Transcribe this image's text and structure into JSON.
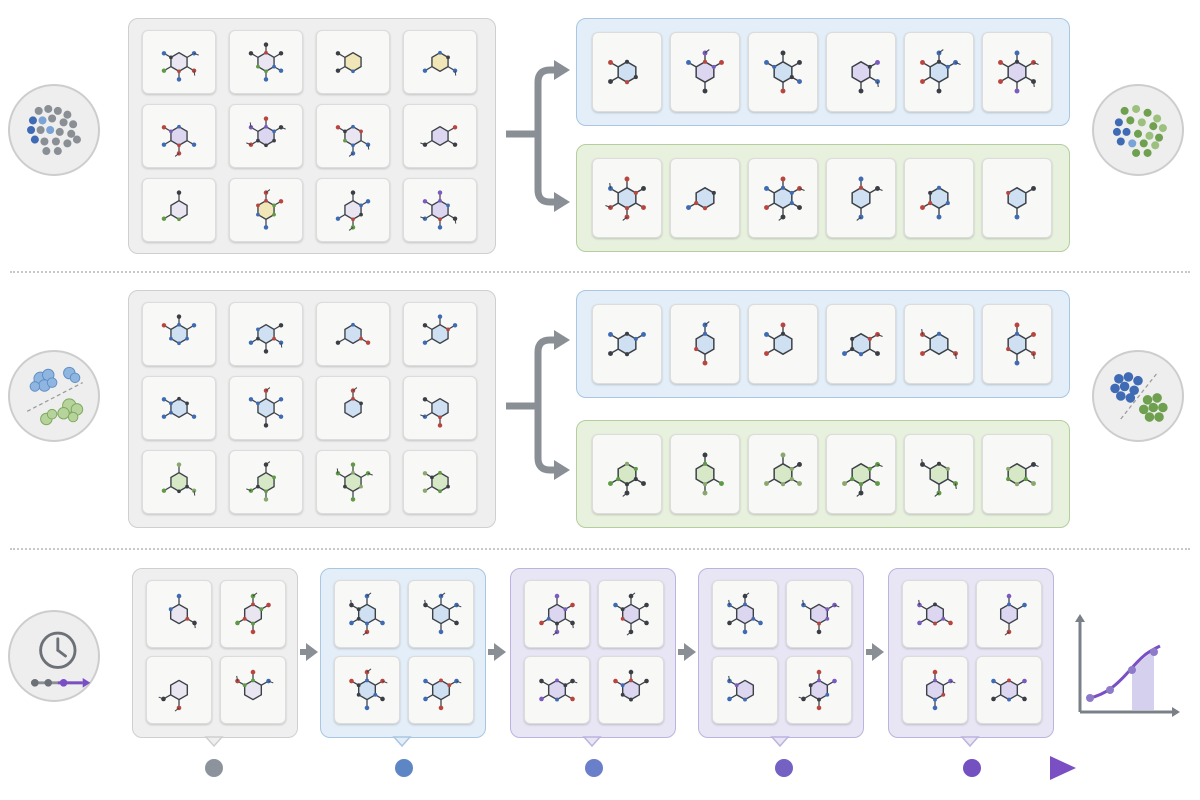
{
  "figure": {
    "rows": [
      {
        "id": "row1",
        "input_tint": "none",
        "input_accents": [
          "#5a7fbf",
          "#c0504d",
          "#7aa856",
          "#d6b84a",
          "#9b86c9"
        ],
        "output_top_tint": "blue",
        "output_bottom_tint": "green",
        "left_icon": "mixed-dots-cluster-icon",
        "right_icon": "separated-dots-cluster-icon"
      },
      {
        "id": "row2",
        "input_tint": "blue-green",
        "output_top_tint": "blue",
        "output_bottom_tint": "green",
        "left_icon": "two-blob-clusters-icon",
        "right_icon": "two-dot-groups-split-icon"
      },
      {
        "id": "row3",
        "stages": [
          "gray",
          "blue",
          "purple",
          "purple",
          "purple"
        ],
        "left_icon": "clock-timeline-icon",
        "right_icon": "rising-curve-plot-icon"
      }
    ],
    "colors": {
      "gray_panel": "#efefef",
      "blue_panel": "#e3eef8",
      "green_panel": "#e7f1de",
      "purple_panel": "#e8e5f4",
      "arrow": "#8a8f96",
      "timeline_start": "#c9ccd1",
      "timeline_end": "#7a4fc4",
      "blue_atom": "#3e6bb4",
      "green_atom": "#5f9a44",
      "red_atom": "#b8463f",
      "purple_atom": "#7b5bbf",
      "dark_atom": "#3b3f45"
    }
  }
}
